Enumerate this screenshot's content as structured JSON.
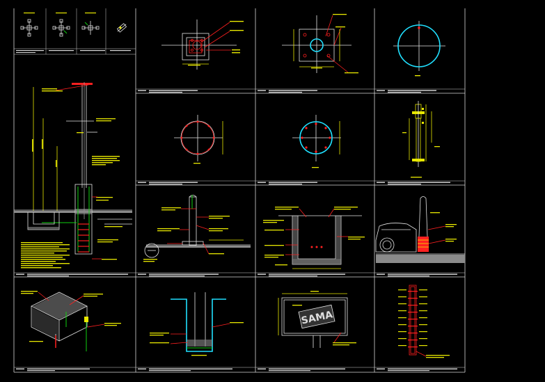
{
  "drawing": {
    "background": "#000000",
    "line_colors": {
      "frame": "#d8d8d8",
      "annotation": "#e8e800",
      "leader": "#ff2020",
      "rebar": "#10d010",
      "section": "#20e0ff",
      "outline": "#e6e6e6"
    },
    "panels": [
      {
        "id": "p1",
        "content": "pole-base-plan-variants"
      },
      {
        "id": "p2",
        "content": "base-plate-plan"
      },
      {
        "id": "p3",
        "content": "base-plate-bolt-pattern"
      },
      {
        "id": "p4",
        "content": "pipe-section"
      },
      {
        "id": "p5",
        "content": "pole-elevation-section"
      },
      {
        "id": "p6",
        "content": "circular-section-rebar"
      },
      {
        "id": "p7",
        "content": "circular-section-bolts"
      },
      {
        "id": "p8",
        "content": "anchor-bolt-elevation"
      },
      {
        "id": "p9",
        "content": "base-detail"
      },
      {
        "id": "p10",
        "content": "foundation-box-section"
      },
      {
        "id": "p11",
        "content": "pole-beside-car"
      },
      {
        "id": "p12",
        "content": "isometric-footing"
      },
      {
        "id": "p13",
        "content": "trench-section"
      },
      {
        "id": "p14",
        "content": "signboard"
      },
      {
        "id": "p15",
        "content": "pole-reinforcement-column"
      }
    ],
    "sign_text": "SAMA"
  }
}
